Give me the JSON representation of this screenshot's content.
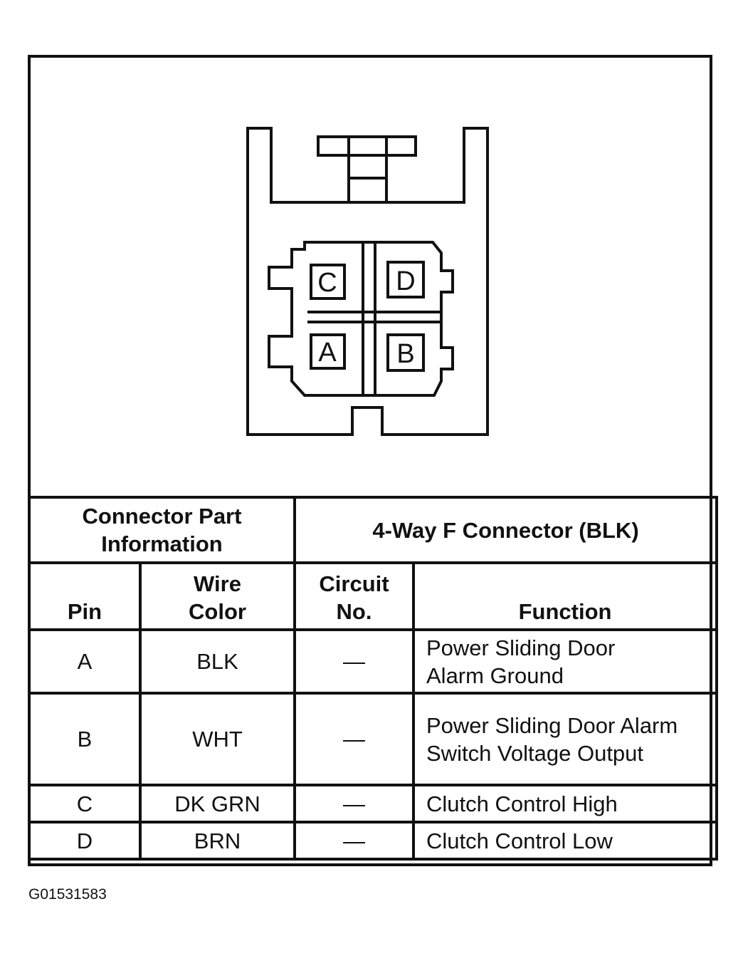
{
  "connector": {
    "pin_labels": [
      "C",
      "D",
      "A",
      "B"
    ]
  },
  "table": {
    "part_info_label": "Connector Part Information",
    "connector_name": "4-Way F Connector (BLK)",
    "columns": {
      "pin": "Pin",
      "wire_color_line1": "Wire",
      "wire_color_line2": "Color",
      "circuit_line1": "Circuit",
      "circuit_line2": "No.",
      "function": "Function"
    },
    "rows": [
      {
        "pin": "A",
        "wire_color": "BLK",
        "circuit": "—",
        "function": "Power Sliding Door Alarm Ground"
      },
      {
        "pin": "B",
        "wire_color": "WHT",
        "circuit": "—",
        "function": "Power Sliding Door Alarm Switch Voltage Output"
      },
      {
        "pin": "C",
        "wire_color": "DK GRN",
        "circuit": "—",
        "function": "Clutch Control High"
      },
      {
        "pin": "D",
        "wire_color": "BRN",
        "circuit": "—",
        "function": "Clutch Control Low"
      }
    ]
  },
  "figure_id": "G01531583"
}
